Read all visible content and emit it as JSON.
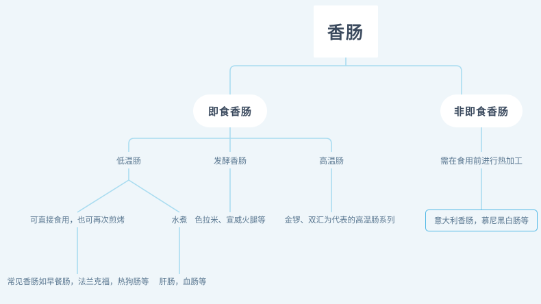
{
  "diagram": {
    "title_node": "香肠",
    "background_color": "#eff6fa",
    "line_color": "#a9dcf0",
    "accent_border_color": "#4fb8e6",
    "text_color": "#5b7891",
    "heading_text_color": "#3b4a5e",
    "nodes": {
      "root": "香肠",
      "level2": {
        "ready_to_eat": "即食香肠",
        "not_ready_to_eat": "非即食香肠"
      },
      "level3": {
        "low_temp": "低温肠",
        "fermented": "发酵香肠",
        "high_temp": "高温肠",
        "needs_heating": "需在食用前进行热加工"
      },
      "level4": {
        "direct_eat": "可直接食用，也可再次煎烤",
        "boiled": "水煮",
        "fermented_examples": "色拉米、宣威火腿等",
        "high_temp_examples": "金锣、双汇为代表的高温肠系列",
        "not_ready_examples": "意大利香肠，慕尼黑白肠等"
      },
      "level5": {
        "common_sausages": "常见香肠如早餐肠，法兰克福，热狗肠等",
        "organ_sausages": "肝肠，血肠等"
      }
    }
  }
}
